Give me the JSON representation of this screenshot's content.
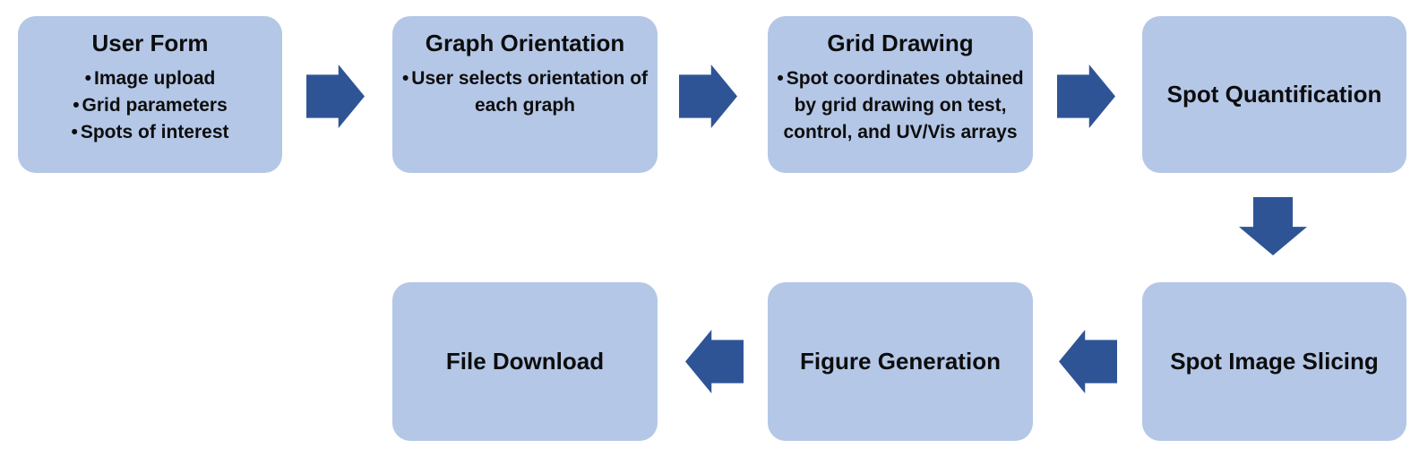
{
  "steps": [
    {
      "id": "user-form",
      "title": "User Form",
      "bullets": [
        "Image upload",
        "Grid parameters",
        "Spots of interest"
      ]
    },
    {
      "id": "graph-orientation",
      "title": "Graph Orientation",
      "bullets": [
        "User selects orientation of each graph"
      ]
    },
    {
      "id": "grid-drawing",
      "title": "Grid Drawing",
      "bullets": [
        "Spot coordinates obtained by grid drawing on test, control, and UV/Vis arrays"
      ]
    },
    {
      "id": "spot-quantification",
      "title": "Spot Quantification",
      "bullets": []
    },
    {
      "id": "spot-image-slicing",
      "title": "Spot Image Slicing",
      "bullets": []
    },
    {
      "id": "figure-generation",
      "title": "Figure Generation",
      "bullets": []
    },
    {
      "id": "file-download",
      "title": "File Download",
      "bullets": []
    }
  ],
  "connectors": [
    {
      "from": "User Form",
      "to": "Graph Orientation",
      "direction": "right"
    },
    {
      "from": "Graph Orientation",
      "to": "Grid Drawing",
      "direction": "right"
    },
    {
      "from": "Grid Drawing",
      "to": "Spot Quantification",
      "direction": "right"
    },
    {
      "from": "Spot Quantification",
      "to": "Spot Image Slicing",
      "direction": "down"
    },
    {
      "from": "Spot Image Slicing",
      "to": "Figure Generation",
      "direction": "left"
    },
    {
      "from": "Figure Generation",
      "to": "File Download",
      "direction": "left"
    }
  ],
  "colors": {
    "box_fill": "#b4c7e7",
    "arrow": "#2f5496",
    "text": "#0d0d0d",
    "background": "#ffffff"
  }
}
